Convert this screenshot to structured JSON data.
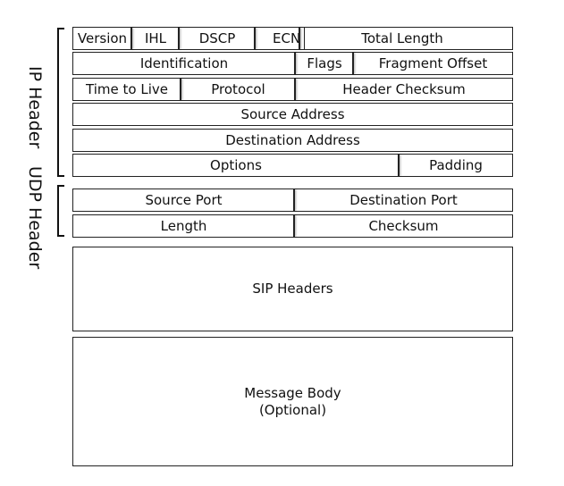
{
  "side_labels": {
    "ip_header": "IP Header",
    "udp_header": "UDP Header"
  },
  "ip_header": {
    "row1": {
      "version": "Version",
      "ihl": "IHL",
      "dscp": "DSCP",
      "ecn": "ECN",
      "total_length": "Total Length"
    },
    "row2": {
      "identification": "Identification",
      "flags": "Flags",
      "fragment_offset": "Fragment Offset"
    },
    "row3": {
      "ttl": "Time to Live",
      "protocol": "Protocol",
      "header_checksum": "Header Checksum"
    },
    "row4": {
      "source_address": "Source Address"
    },
    "row5": {
      "destination_address": "Destination Address"
    },
    "row6": {
      "options": "Options",
      "padding": "Padding"
    }
  },
  "udp_header": {
    "row1": {
      "source_port": "Source Port",
      "destination_port": "Destination Port"
    },
    "row2": {
      "length": "Length",
      "checksum": "Checksum"
    }
  },
  "sip_headers": "SIP Headers",
  "message_body": {
    "line1": "Message Body",
    "line2": "(Optional)"
  }
}
